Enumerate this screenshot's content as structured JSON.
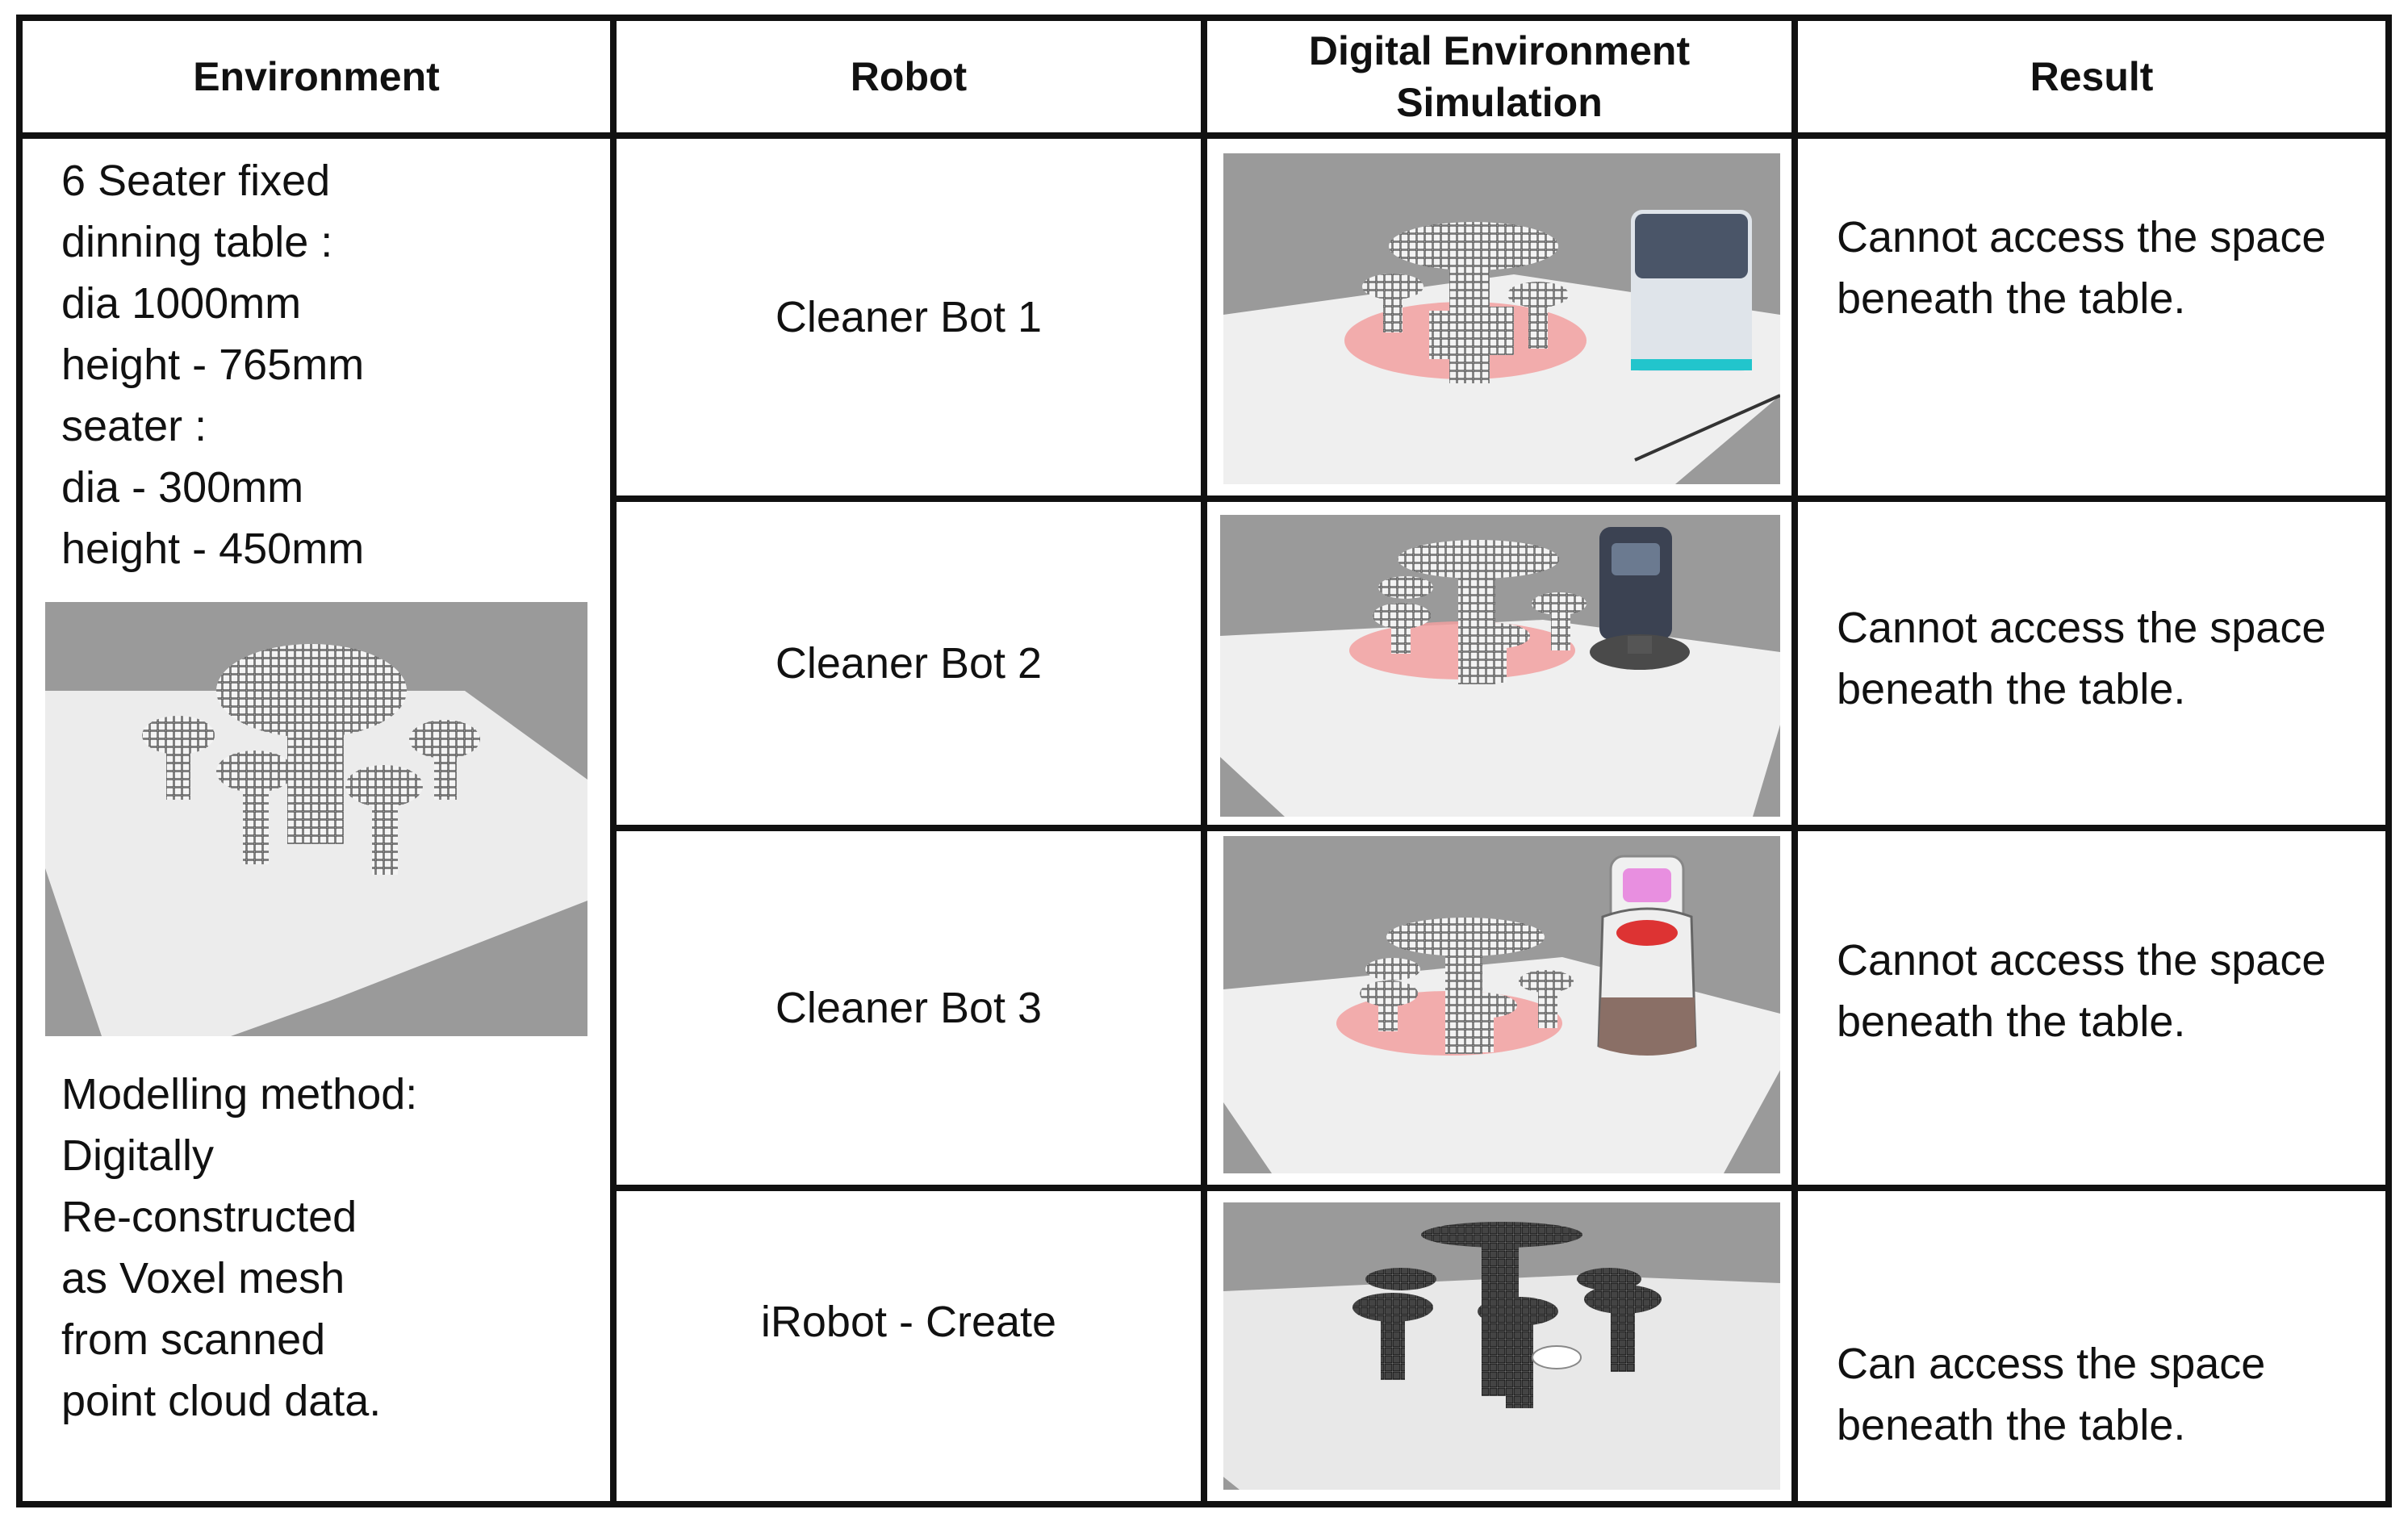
{
  "headers": {
    "environment": "Environment",
    "robot": "Robot",
    "simulation_line1": "Digital Environment",
    "simulation_line2": "Simulation",
    "result": "Result"
  },
  "environment": {
    "spec_lines": [
      "6 Seater fixed",
      "dinning table :",
      "dia 1000mm",
      "height - 765mm",
      "seater :",
      "dia - 300mm",
      "height - 450mm"
    ],
    "method_lines": [
      "Modelling method:",
      "Digitally",
      "Re-constructed",
      "as Voxel mesh",
      "from scanned",
      "point cloud data."
    ]
  },
  "rows": [
    {
      "robot": "Cleaner Bot 1",
      "result": "Cannot access the space beneath the table."
    },
    {
      "robot": "Cleaner Bot 2",
      "result": "Cannot access the space beneath the table."
    },
    {
      "robot": "Cleaner Bot 3",
      "result": "Cannot access the space beneath the table."
    },
    {
      "robot": "iRobot - Create",
      "result": "Can access the space beneath the table."
    }
  ],
  "colors": {
    "border": "#111111",
    "sim_background": "#9a9a9a",
    "floor": "#efefef",
    "no_access_zone": "#f2a0a0"
  }
}
